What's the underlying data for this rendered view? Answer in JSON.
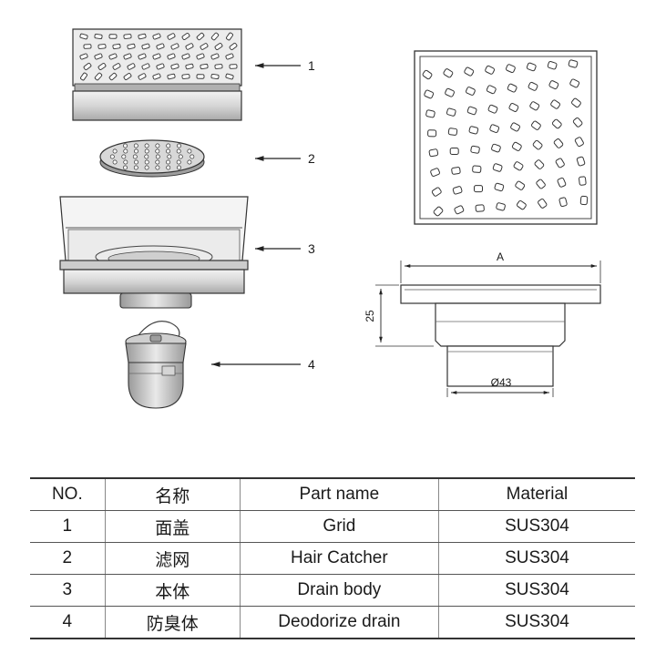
{
  "labels": {
    "part1": "1",
    "part2": "2",
    "part3": "3",
    "part4": "4"
  },
  "dimensions": {
    "width": "A",
    "height": "25",
    "outlet": "Ø43"
  },
  "table": {
    "headers": [
      "NO.",
      "名称",
      "Part name",
      "Material"
    ],
    "rows": [
      [
        "1",
        "面盖",
        "Grid",
        "SUS304"
      ],
      [
        "2",
        "滤网",
        "Hair Catcher",
        "SUS304"
      ],
      [
        "3",
        "本体",
        "Drain body",
        "SUS304"
      ],
      [
        "4",
        "防臭体",
        "Deodorize drain",
        "SUS304"
      ]
    ]
  },
  "colors": {
    "line": "#333333",
    "metal_dark": "#7a7a7a",
    "metal_light": "#e8e8e8"
  }
}
